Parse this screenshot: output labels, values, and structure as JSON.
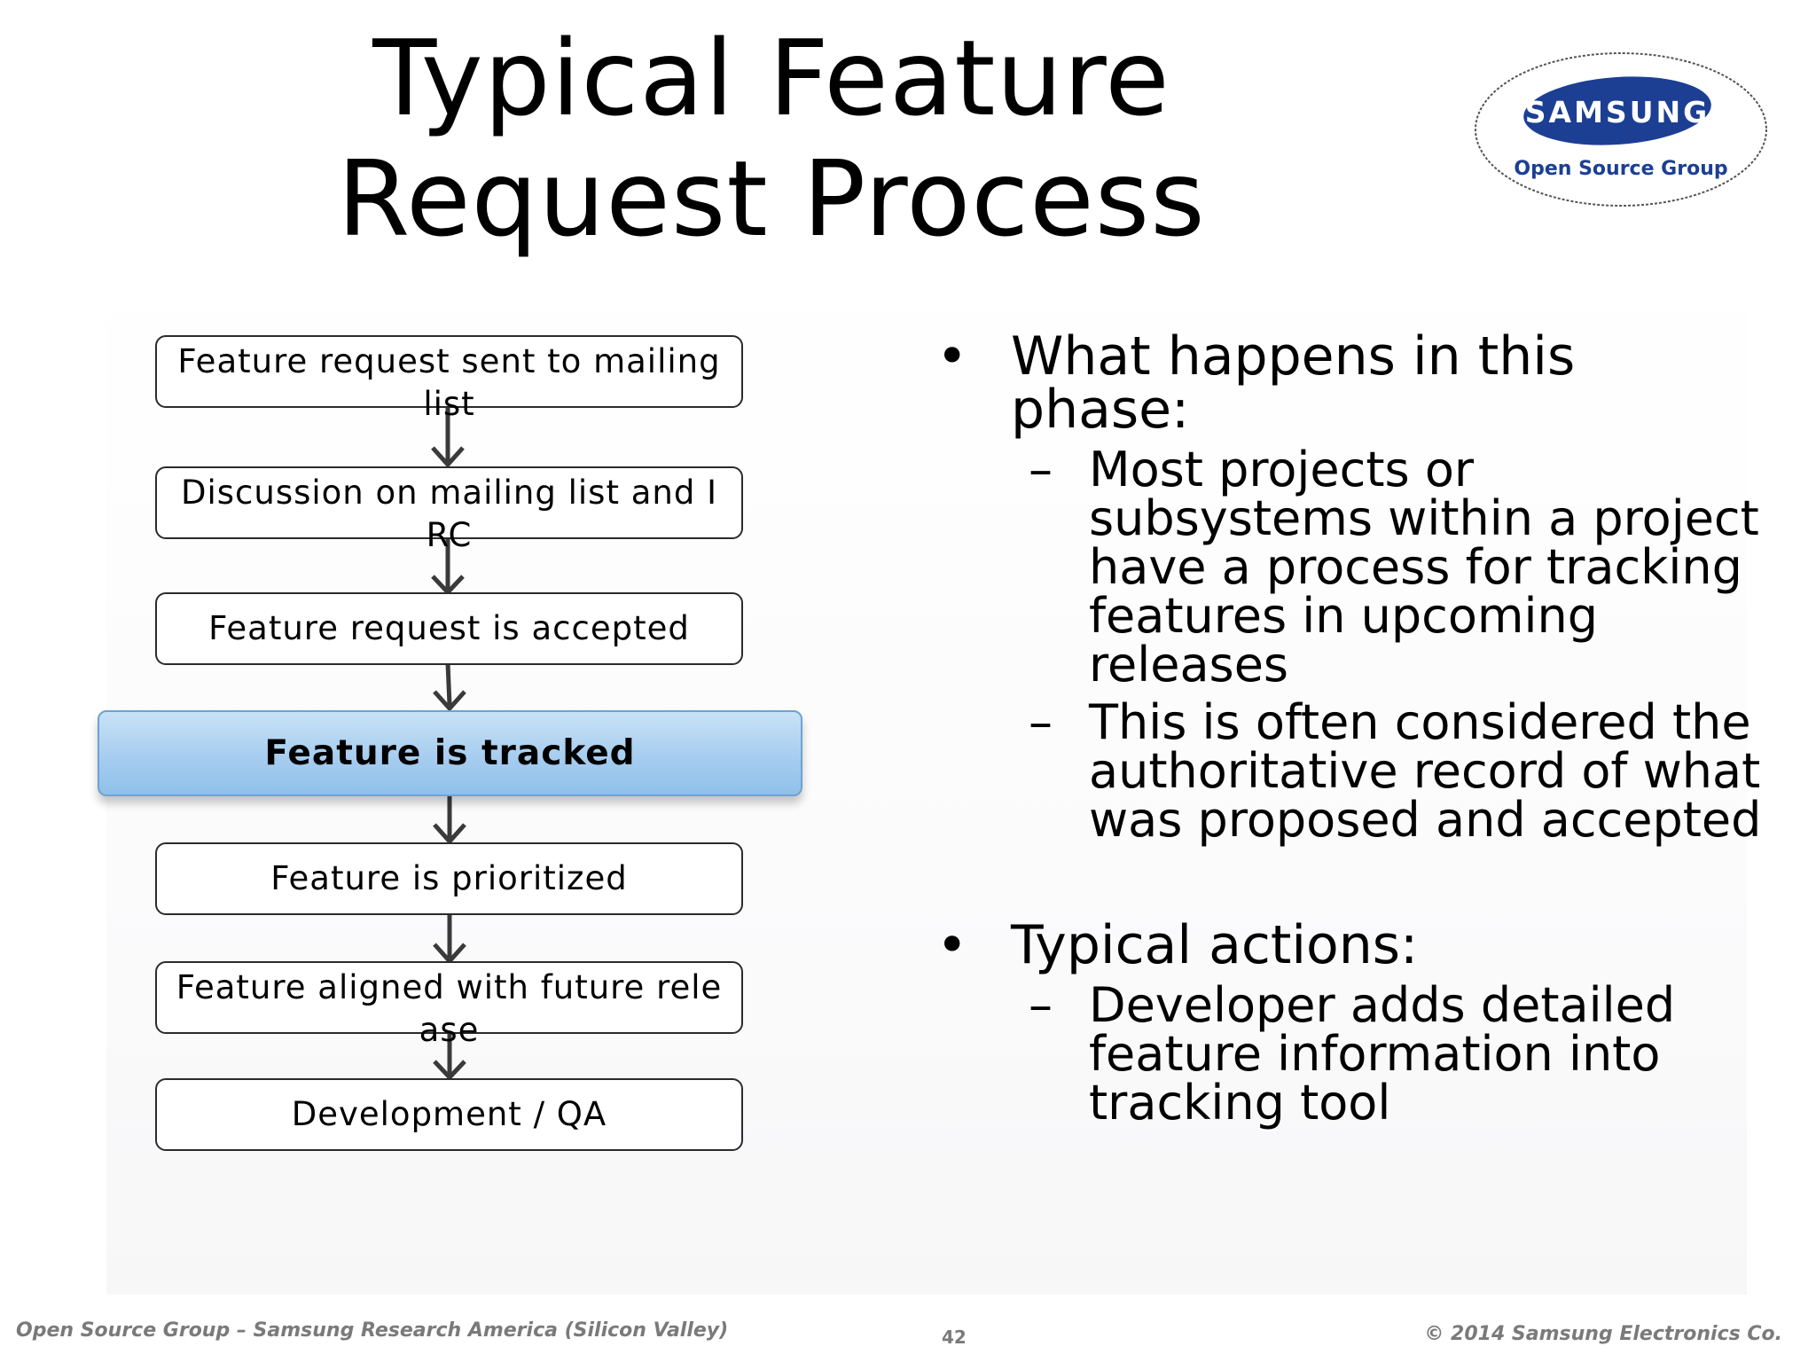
{
  "slide": {
    "title": "Typical Feature Request Process",
    "logo": {
      "brand": "SAMSUNG",
      "subtitle": "Open Source Group",
      "brand_color": "#1c3f94"
    }
  },
  "flowchart": {
    "steps": [
      {
        "label": "Feature request sent to mailing list",
        "highlighted": false
      },
      {
        "label": "Discussion on mailing list and IRC",
        "highlighted": false
      },
      {
        "label": "Feature request is accepted",
        "highlighted": false
      },
      {
        "label": "Feature is tracked",
        "highlighted": true
      },
      {
        "label": "Feature is prioritized",
        "highlighted": false
      },
      {
        "label": "Feature aligned with future release",
        "highlighted": false
      },
      {
        "label": "Development / QA",
        "highlighted": false
      }
    ],
    "highlight_color": "#9fc9ee"
  },
  "content": {
    "bullets": [
      {
        "text": "What happens in this phase:",
        "subs": [
          "Most projects or subsystems within a project have a process for tracking features in upcoming releases",
          "This is often considered the authoritative record of what was proposed and accepted"
        ]
      },
      {
        "text": "Typical actions:",
        "subs": [
          "Developer adds detailed feature information into tracking tool"
        ]
      }
    ]
  },
  "footer": {
    "left": "Open Source Group –  Samsung Research America (Silicon Valley)",
    "page": "42",
    "right": "© 2014 Samsung Electronics Co."
  }
}
